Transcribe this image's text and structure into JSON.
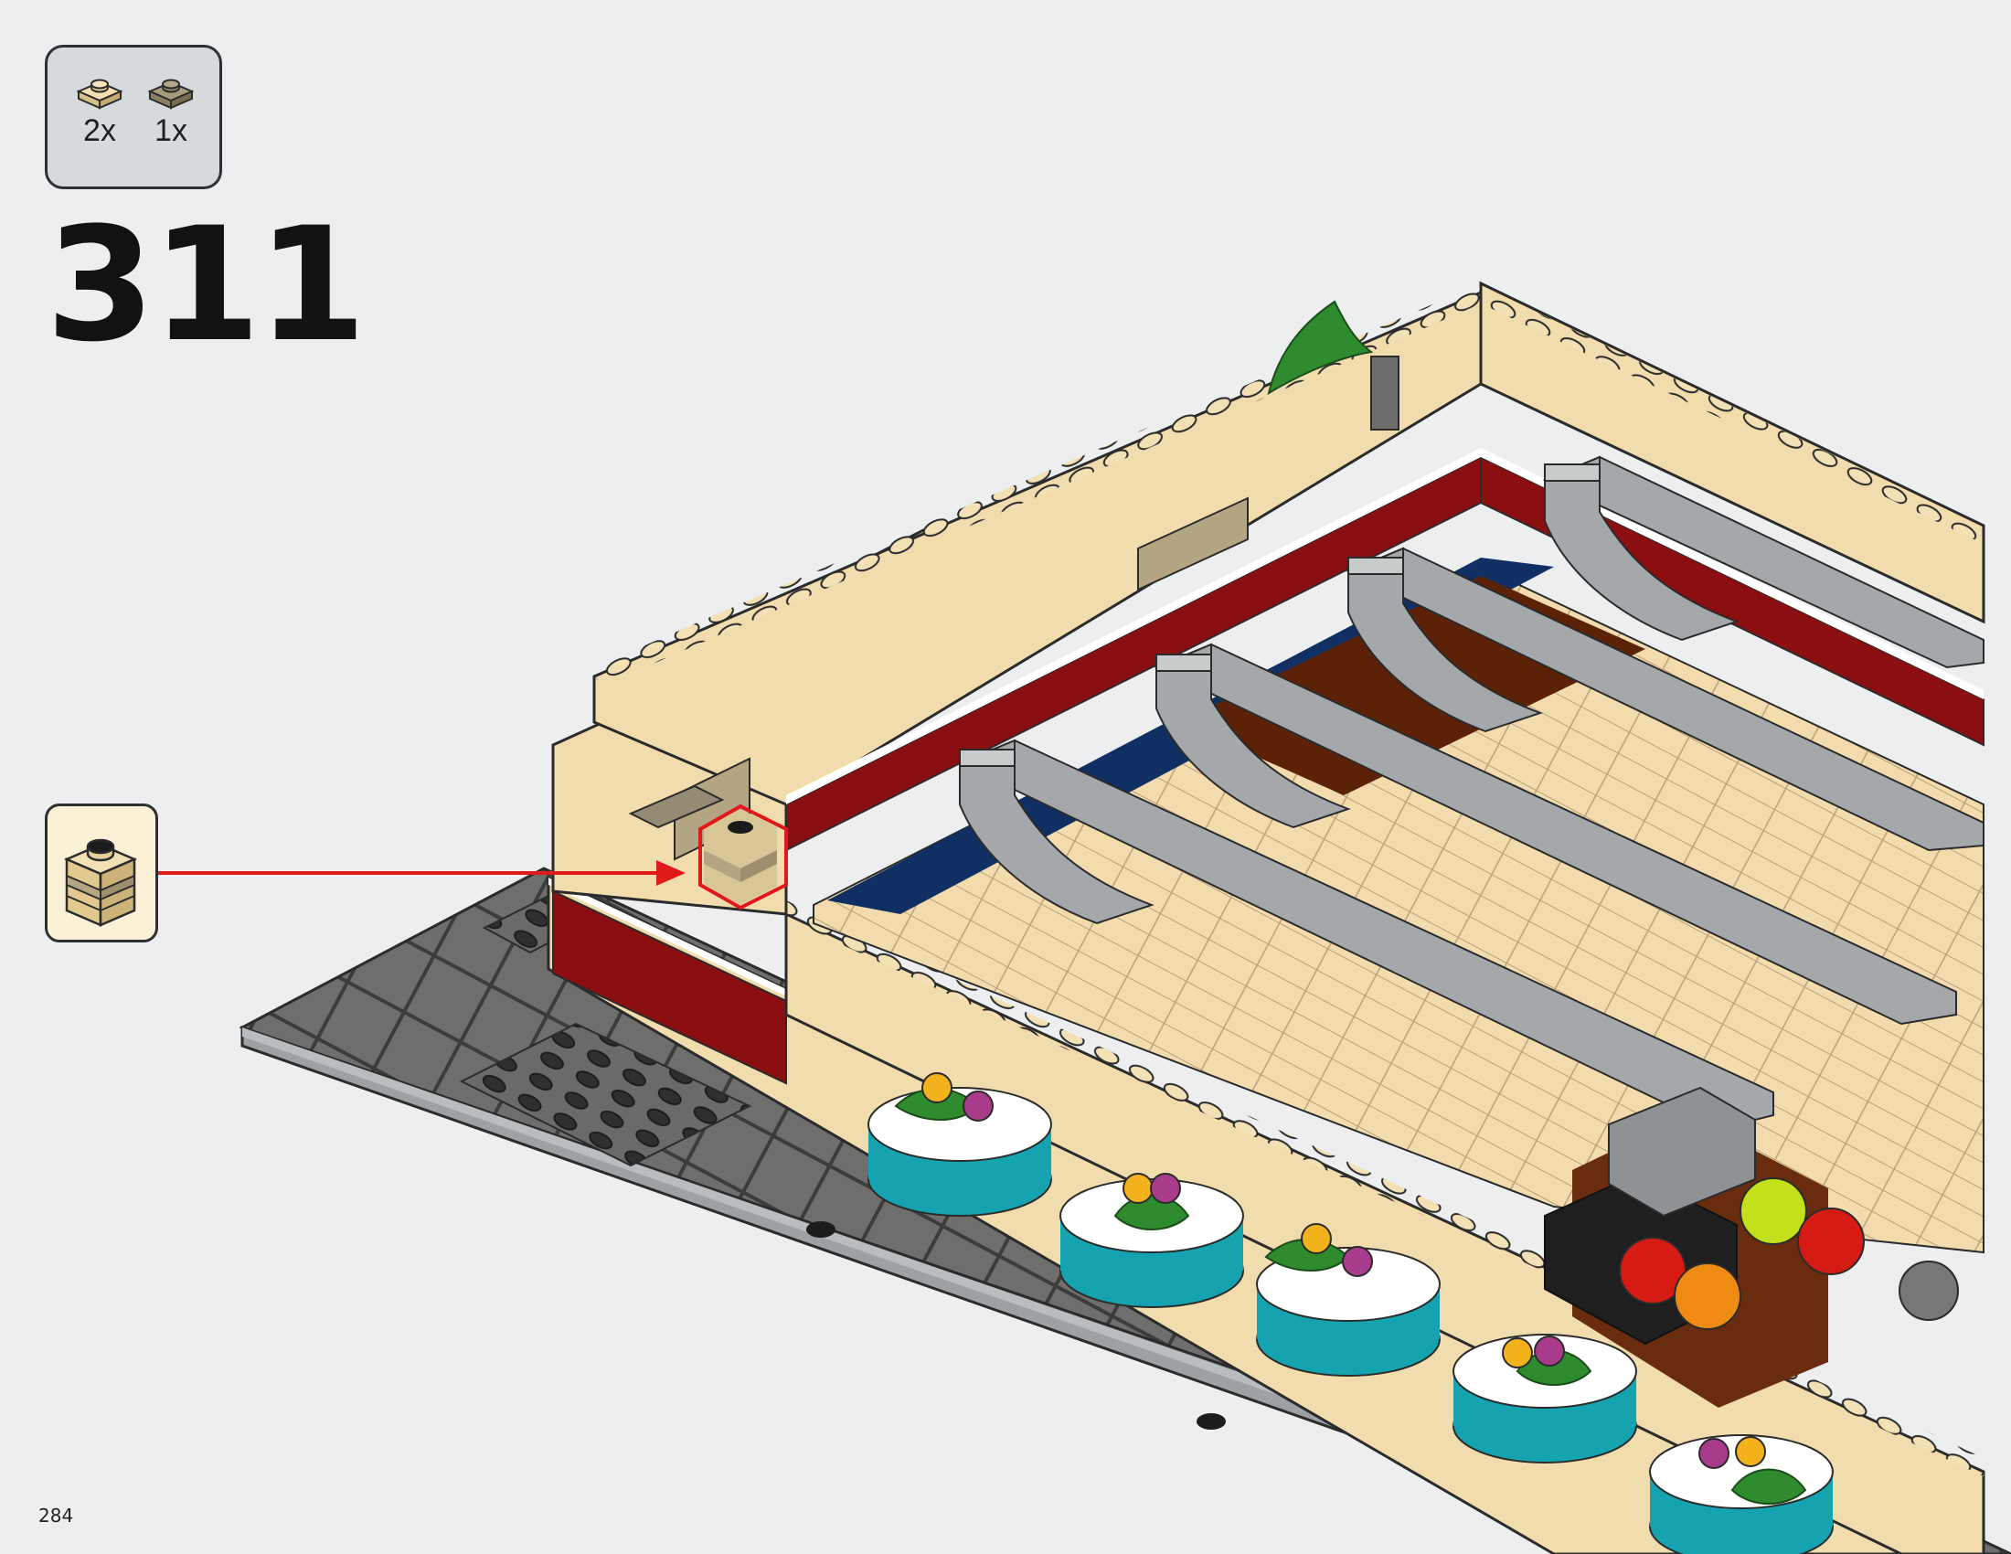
{
  "step": {
    "number": "311"
  },
  "parts": [
    {
      "color_name": "tan",
      "color": "#e5cf9b",
      "quantity": "2x",
      "icon": "plate-1x1-tan-icon"
    },
    {
      "color_name": "dark tan",
      "color": "#958a73",
      "quantity": "1x",
      "icon": "plate-1x1-dark-tan-icon"
    }
  ],
  "callout": {
    "icon": "brick-stack-tan-icon",
    "arrow_color": "#e0191b"
  },
  "page": {
    "number": "284"
  },
  "colors": {
    "background": "#eceef0",
    "tan": "#f1dcae",
    "dark_tan": "#b3a581",
    "dark_red": "#8b0f10",
    "medium_stone_gray": "#a4a8aa",
    "dark_stone_gray": "#6c6c6a",
    "dark_blue": "#102f63",
    "teal": "#15a3b0",
    "highlight_red": "#e0191b"
  }
}
